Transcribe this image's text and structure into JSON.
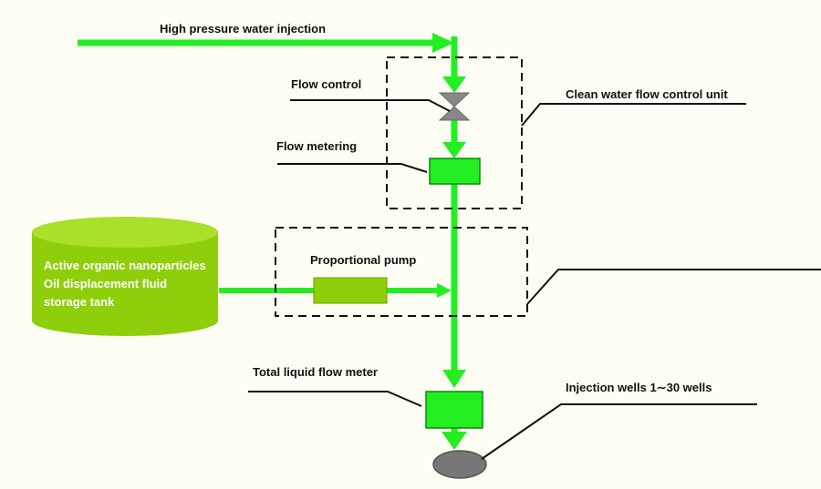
{
  "labels": {
    "high_pressure": "High pressure water injection",
    "flow_control": "Flow control",
    "clean_water_unit": "Clean water flow control unit",
    "flow_metering": "Flow metering",
    "proportional_pump": "Proportional pump",
    "total_flow_meter": "Total liquid flow meter",
    "injection_wells": "Injection wells 1∼30 wells"
  },
  "tank": {
    "line1": "Active organic nanoparticles",
    "line2": "Oil displacement fluid",
    "line3": "storage tank"
  },
  "colors": {
    "background": "#fdfdf3",
    "flow": "#22ee22",
    "tank": "#8fce0a",
    "pump": "#8fce0a",
    "valve": "#888888",
    "well": "#777777",
    "lines": "#111111"
  }
}
